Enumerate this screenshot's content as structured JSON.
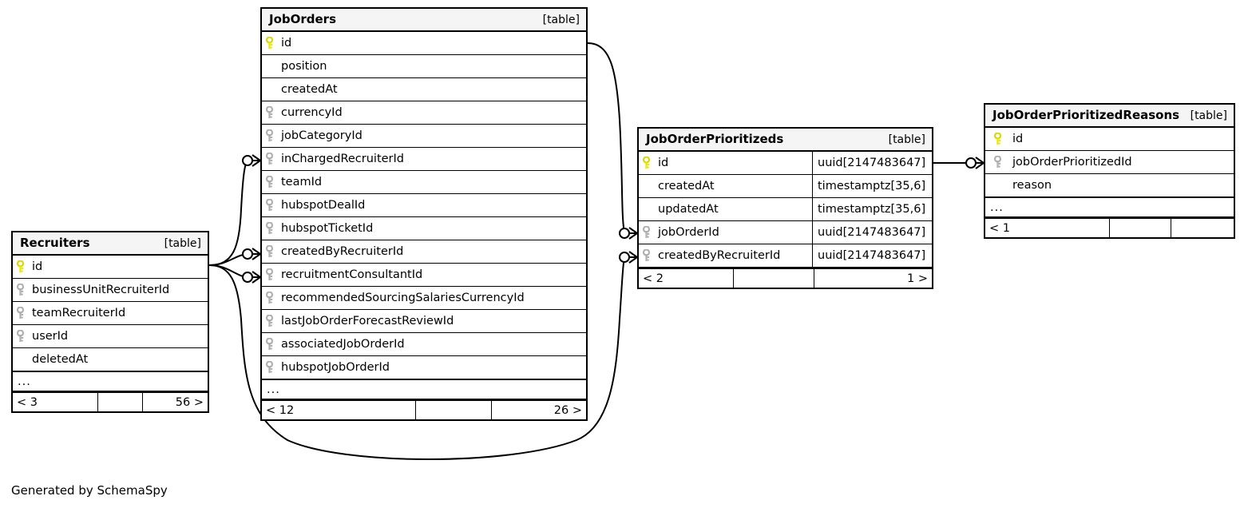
{
  "diagram": {
    "kind": "entity-relationship-diagram",
    "credit": "Generated by SchemaSpy",
    "table_tag": "[table]",
    "ellipsis": "...",
    "colors": {
      "primary_key": "#e8e800",
      "foreign_key": "#b0b0b0",
      "header_background": "#f5f5f5",
      "border": "#000000",
      "background": "#ffffff"
    }
  },
  "tables": {
    "recruiters": {
      "name": "Recruiters",
      "tag": "[table]",
      "columns": [
        {
          "key": "pk",
          "name": "id",
          "type": ""
        },
        {
          "key": "fk",
          "name": "businessUnitRecruiterId",
          "type": ""
        },
        {
          "key": "fk",
          "name": "teamRecruiterId",
          "type": ""
        },
        {
          "key": "fk",
          "name": "userId",
          "type": ""
        },
        {
          "key": "none",
          "name": "deletedAt",
          "type": ""
        }
      ],
      "has_ellipsis": true,
      "footer": {
        "left": "< 3",
        "middle": "",
        "right": "56 >"
      }
    },
    "joborders": {
      "name": "JobOrders",
      "tag": "[table]",
      "columns": [
        {
          "key": "pk",
          "name": "id",
          "type": ""
        },
        {
          "key": "none",
          "name": "position",
          "type": ""
        },
        {
          "key": "none",
          "name": "createdAt",
          "type": ""
        },
        {
          "key": "fk",
          "name": "currencyId",
          "type": ""
        },
        {
          "key": "fk",
          "name": "jobCategoryId",
          "type": ""
        },
        {
          "key": "fk",
          "name": "inChargedRecruiterId",
          "type": ""
        },
        {
          "key": "fk",
          "name": "teamId",
          "type": ""
        },
        {
          "key": "fk",
          "name": "hubspotDealId",
          "type": ""
        },
        {
          "key": "fk",
          "name": "hubspotTicketId",
          "type": ""
        },
        {
          "key": "fk",
          "name": "createdByRecruiterId",
          "type": ""
        },
        {
          "key": "fk",
          "name": "recruitmentConsultantId",
          "type": ""
        },
        {
          "key": "fk",
          "name": "recommendedSourcingSalariesCurrencyId",
          "type": ""
        },
        {
          "key": "fk",
          "name": "lastJobOrderForecastReviewId",
          "type": ""
        },
        {
          "key": "fk",
          "name": "associatedJobOrderId",
          "type": ""
        },
        {
          "key": "fk",
          "name": "hubspotJobOrderId",
          "type": ""
        }
      ],
      "has_ellipsis": true,
      "footer": {
        "left": "< 12",
        "middle": "",
        "right": "26 >"
      }
    },
    "joborderprioritizeds": {
      "name": "JobOrderPrioritizeds",
      "tag": "[table]",
      "columns": [
        {
          "key": "pk",
          "name": "id",
          "type": "uuid[2147483647]"
        },
        {
          "key": "none",
          "name": "createdAt",
          "type": "timestamptz[35,6]"
        },
        {
          "key": "none",
          "name": "updatedAt",
          "type": "timestamptz[35,6]"
        },
        {
          "key": "fk",
          "name": "jobOrderId",
          "type": "uuid[2147483647]"
        },
        {
          "key": "fk",
          "name": "createdByRecruiterId",
          "type": "uuid[2147483647]"
        }
      ],
      "has_ellipsis": false,
      "footer": {
        "left": "< 2",
        "middle": "",
        "right": "1 >"
      }
    },
    "reasons": {
      "name": "JobOrderPrioritizedReasons",
      "tag": "[table]",
      "columns": [
        {
          "key": "pk",
          "name": "id",
          "type": ""
        },
        {
          "key": "fk",
          "name": "jobOrderPrioritizedId",
          "type": ""
        },
        {
          "key": "none",
          "name": "reason",
          "type": ""
        }
      ],
      "has_ellipsis": true,
      "footer": {
        "left": "< 1",
        "middle": "",
        "right": ""
      }
    }
  },
  "relationships": [
    {
      "from_table": "Recruiters",
      "from_column": "id",
      "to_table": "JobOrders",
      "to_column": "inChargedRecruiterId"
    },
    {
      "from_table": "Recruiters",
      "from_column": "id",
      "to_table": "JobOrders",
      "to_column": "createdByRecruiterId"
    },
    {
      "from_table": "Recruiters",
      "from_column": "id",
      "to_table": "JobOrders",
      "to_column": "recruitmentConsultantId"
    },
    {
      "from_table": "Recruiters",
      "from_column": "id",
      "to_table": "JobOrderPrioritizeds",
      "to_column": "createdByRecruiterId"
    },
    {
      "from_table": "JobOrders",
      "from_column": "id",
      "to_table": "JobOrderPrioritizeds",
      "to_column": "jobOrderId"
    },
    {
      "from_table": "JobOrderPrioritizeds",
      "from_column": "id",
      "to_table": "JobOrderPrioritizedReasons",
      "to_column": "jobOrderPrioritizedId"
    }
  ]
}
